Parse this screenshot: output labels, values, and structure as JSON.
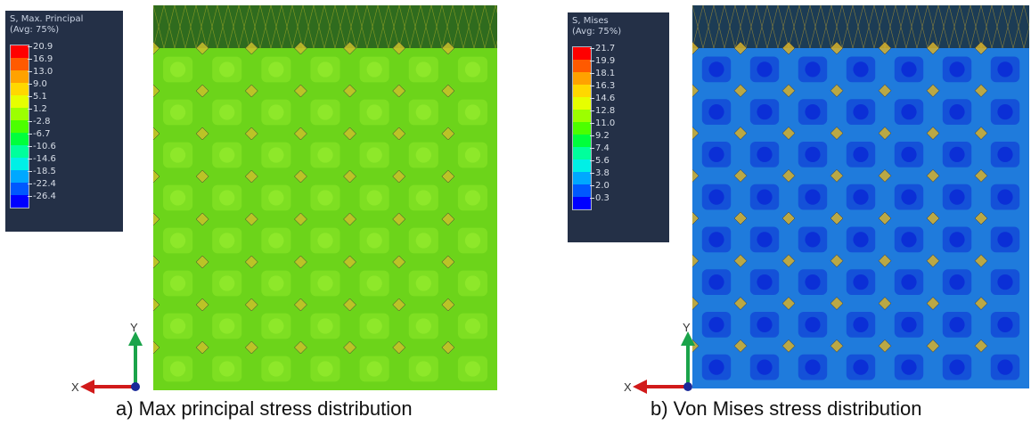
{
  "panel_a": {
    "legend": {
      "title_line1": "S, Max. Principal",
      "title_line2": "(Avg: 75%)",
      "ticks": [
        "20.9",
        "16.9",
        "13.0",
        "9.0",
        "5.1",
        "1.2",
        "-2.8",
        "-6.7",
        "-10.6",
        "-14.6",
        "-18.5",
        "-22.4",
        "-26.4"
      ],
      "colors": [
        "#ff0000",
        "#ff5a00",
        "#ffa200",
        "#ffd800",
        "#e6ff00",
        "#9cff00",
        "#4cff00",
        "#00ff3c",
        "#00ff9c",
        "#00f0e6",
        "#00a8ff",
        "#0058ff",
        "#0000ff"
      ]
    },
    "plot": {
      "rows": 8,
      "cols": 7,
      "base_color": "#6cd41a",
      "node_color": "#8ee82a",
      "accent_color": "#c9c02a",
      "top_band_color": "#2f6b1e"
    },
    "axis": {
      "x": "X",
      "y": "Y"
    },
    "caption": "a) Max principal stress distribution"
  },
  "panel_b": {
    "legend": {
      "title_line1": "S, Mises",
      "title_line2": "(Avg: 75%)",
      "ticks": [
        "21.7",
        "19.9",
        "18.1",
        "16.3",
        "14.6",
        "12.8",
        "11.0",
        "9.2",
        "7.4",
        "5.6",
        "3.8",
        "2.0",
        "0.3"
      ],
      "colors": [
        "#ff0000",
        "#ff5a00",
        "#ffa200",
        "#ffd800",
        "#e6ff00",
        "#9cff00",
        "#4cff00",
        "#00ff3c",
        "#00ff9c",
        "#00f0e6",
        "#00a8ff",
        "#0058ff",
        "#0000ff"
      ]
    },
    "plot": {
      "rows": 8,
      "cols": 7,
      "base_color": "#1f7bdc",
      "node_color": "#0b2fd6",
      "accent_color": "#d6b02a",
      "top_band_color": "#1c3c55"
    },
    "axis": {
      "x": "X",
      "y": "Y"
    },
    "caption": "b) Von Mises stress distribution"
  }
}
